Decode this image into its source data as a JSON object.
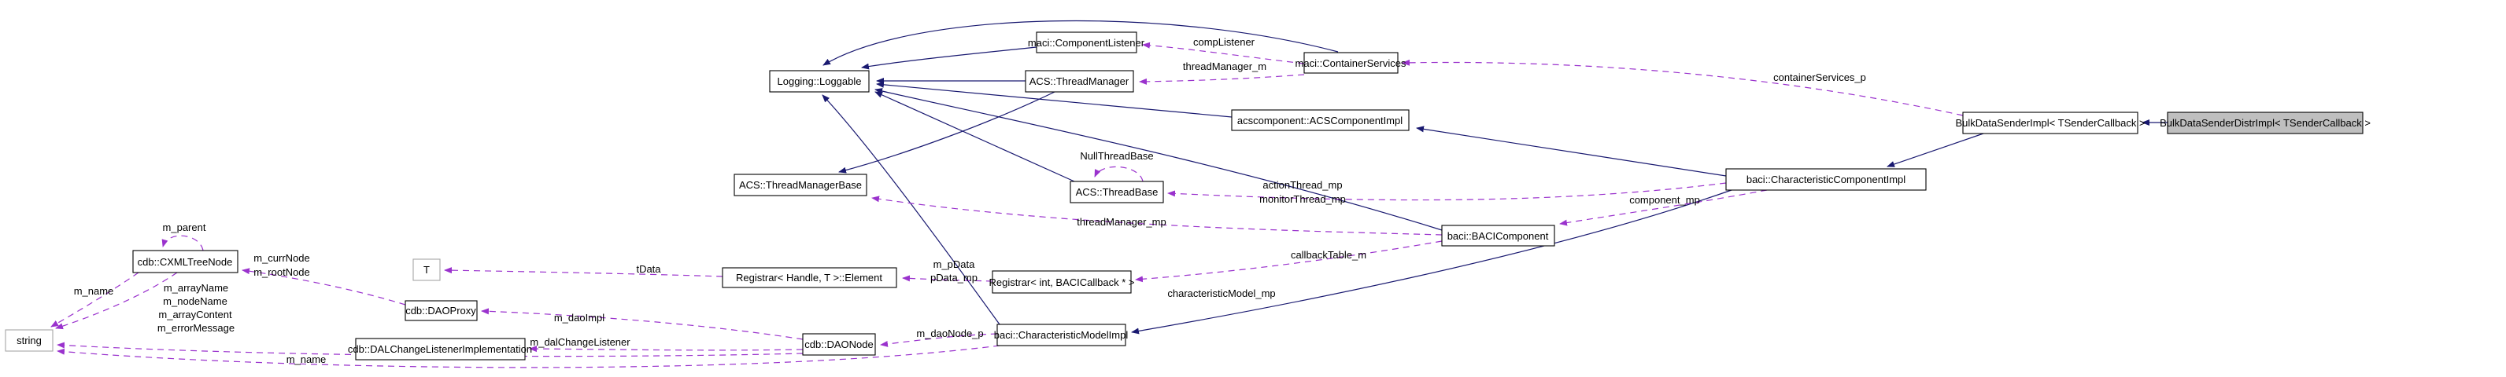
{
  "diagram": {
    "kind": "collaboration-graph",
    "highlighted_node": "BulkDataSenderDistrImpl< TSenderCallback >",
    "colors": {
      "inheritance_edge": "#191970",
      "usage_edge": "#9a32cd",
      "node_border": "#000000",
      "node_fill": "#ffffff",
      "highlight_fill": "#bfbfbf",
      "template_node_border": "#a6a6a6",
      "background": "#ffffff"
    }
  },
  "nodes": [
    {
      "id": "component-listener",
      "label": "maci::ComponentListener"
    },
    {
      "id": "container-services",
      "label": "maci::ContainerServices"
    },
    {
      "id": "loggable",
      "label": "Logging::Loggable"
    },
    {
      "id": "thread-manager",
      "label": "ACS::ThreadManager"
    },
    {
      "id": "acs-component-impl",
      "label": "acscomponent::ACSComponentImpl"
    },
    {
      "id": "bulk-data-sender-impl",
      "label": "BulkDataSenderImpl< TSenderCallback >"
    },
    {
      "id": "bulk-data-sender-distr-impl",
      "label": "BulkDataSenderDistrImpl< TSenderCallback >"
    },
    {
      "id": "thread-manager-base",
      "label": "ACS::ThreadManagerBase"
    },
    {
      "id": "thread-base",
      "label": "ACS::ThreadBase"
    },
    {
      "id": "characteristic-component-impl",
      "label": "baci::CharacteristicComponentImpl"
    },
    {
      "id": "baci-component",
      "label": "baci::BACIComponent"
    },
    {
      "id": "cxml-tree-node",
      "label": "cdb::CXMLTreeNode"
    },
    {
      "id": "t-template",
      "label": "T"
    },
    {
      "id": "registrar-element",
      "label": "Registrar< Handle, T >::Element"
    },
    {
      "id": "registrar-int-bacicallback",
      "label": "Registrar< int, BACICallback * >"
    },
    {
      "id": "string",
      "label": "string"
    },
    {
      "id": "dao-proxy",
      "label": "cdb::DAOProxy"
    },
    {
      "id": "dal-change-listener-impl",
      "label": "cdb::DALChangeListenerImplementation"
    },
    {
      "id": "dao-node",
      "label": "cdb::DAONode"
    },
    {
      "id": "characteristic-model-impl",
      "label": "baci::CharacteristicModelImpl"
    }
  ],
  "edge_labels": [
    {
      "text": "compListener"
    },
    {
      "text": "threadManager_m"
    },
    {
      "text": "containerServices_p"
    },
    {
      "text": "NullThreadBase"
    },
    {
      "text": "actionThread_mp"
    },
    {
      "text": "monitorThread_mp"
    },
    {
      "text": "threadManager_mp"
    },
    {
      "text": "component_mp"
    },
    {
      "text": "callbackTable_m"
    },
    {
      "text": "characteristicModel_mp"
    },
    {
      "text": "m_parent"
    },
    {
      "text": "m_currNode"
    },
    {
      "text": "m_rootNode"
    },
    {
      "text": "tData"
    },
    {
      "text": "m_pData"
    },
    {
      "text": "pData_mp"
    },
    {
      "text": "m_name"
    },
    {
      "text": "m_arrayName"
    },
    {
      "text": "m_nodeName"
    },
    {
      "text": "m_arrayContent"
    },
    {
      "text": "m_errorMessage"
    },
    {
      "text": "m_daoImpl"
    },
    {
      "text": "m_dalChangeListener"
    },
    {
      "text": "m_daoNode_p"
    },
    {
      "text": "m_name"
    }
  ]
}
